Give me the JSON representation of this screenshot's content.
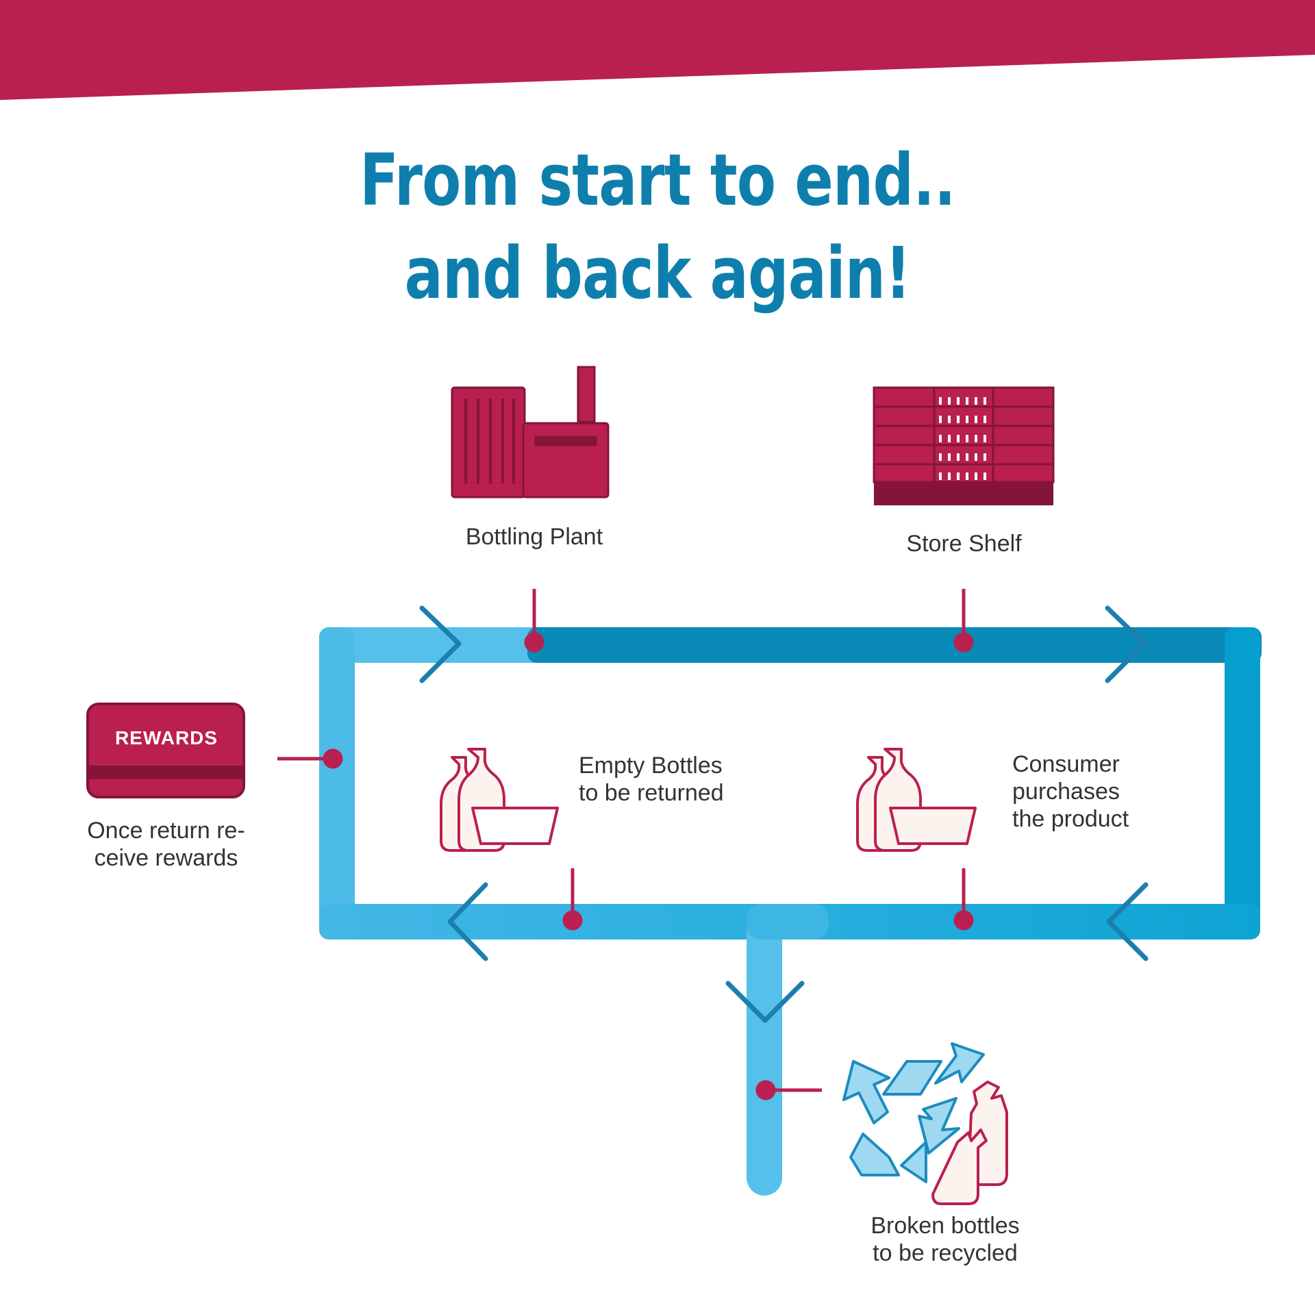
{
  "title": {
    "line1": "From start to end..",
    "line2": "and back again!"
  },
  "nodes": {
    "bottling_plant": {
      "label": "Bottling Plant",
      "icon": "factory-icon"
    },
    "store_shelf": {
      "label": "Store Shelf",
      "icon": "store-shelf-icon"
    },
    "consumer": {
      "line1": "Consumer",
      "line2": "purchases",
      "line3": "the product",
      "icon": "bottles-crate-icon"
    },
    "empty_bottles": {
      "line1": "Empty Bottles",
      "line2": "to be returned",
      "icon": "bottles-crate-icon"
    },
    "rewards": {
      "card_text": "REWARDS",
      "line1": "Once return re-",
      "line2": "ceive rewards",
      "icon": "rewards-card-icon"
    },
    "recycling": {
      "line1": "Broken bottles",
      "line2": "to be recycled",
      "icon": "recycle-icon"
    }
  },
  "colors": {
    "accent": "#b9204f",
    "accent_dark": "#841538",
    "title_blue": "#0e7fad",
    "loop_blue_light": "#52bde9",
    "loop_blue_dark": "#0388b5",
    "arrow_blue": "#1c7fae"
  }
}
